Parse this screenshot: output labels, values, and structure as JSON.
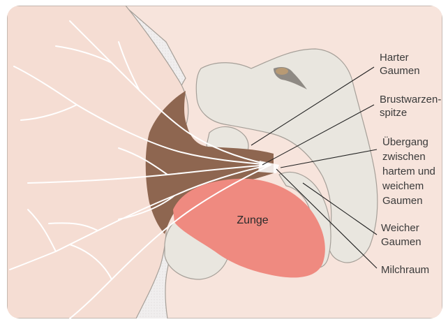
{
  "diagram": {
    "colors": {
      "panel": "#f7e4dc",
      "skin": "#f5ddd3",
      "tissue": "#e9e6df",
      "tissue_outline": "#a59f98",
      "areola": "#8e6650",
      "tongue": "#ef8a80",
      "ducts": "#ffffff"
    },
    "labels": {
      "hard_palate": [
        "Harter",
        "Gaumen"
      ],
      "nipple_tip": [
        "Brustwarzen-",
        "spitze"
      ],
      "junction": [
        "Übergang",
        "zwischen",
        "hartem und",
        "weichem",
        "Gaumen"
      ],
      "soft_palate": [
        "Weicher",
        "Gaumen"
      ],
      "milk_space": [
        "Milchraum"
      ],
      "tongue": "Zunge"
    }
  }
}
